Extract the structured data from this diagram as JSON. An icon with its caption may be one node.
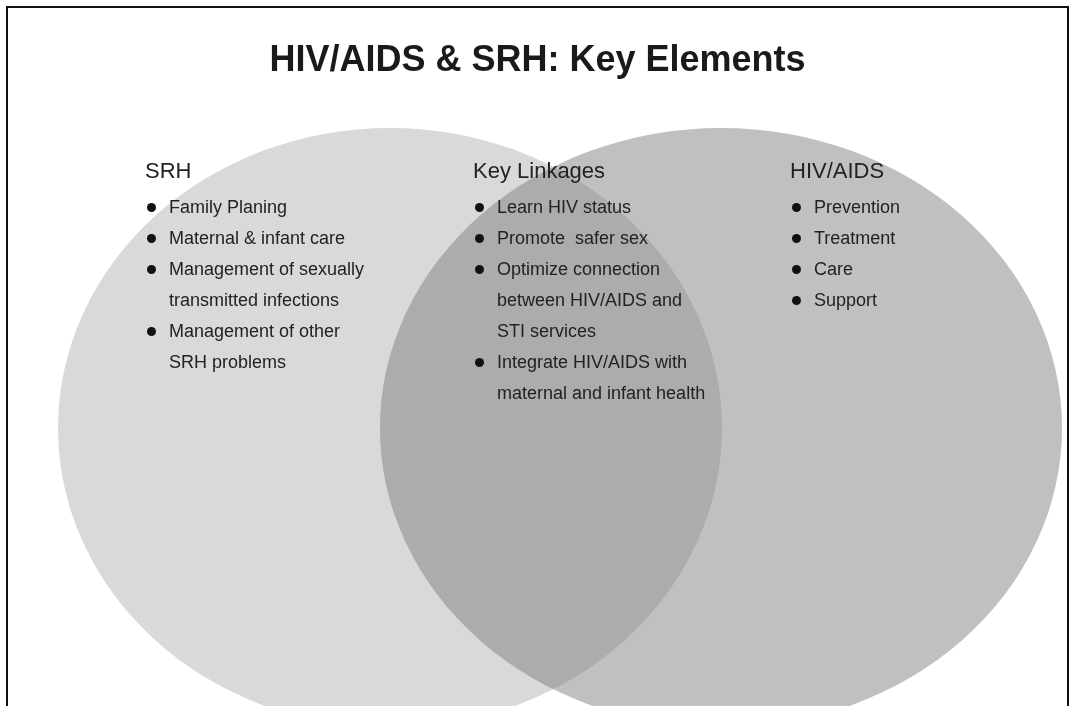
{
  "diagram": {
    "title": "HIV/AIDS & SRH: Key Elements",
    "nodes": [
      {
        "text": [
          "SRH",
          "Family Planing",
          "Maternal & infant care",
          "Management of sexually transmitted infections",
          "Management of other SRH problems"
        ]
      },
      {
        "text": [
          "Key Linkages",
          "Learn HIV status",
          "Promote  safer sex",
          "Optimize connection between HIV/AIDS and STI services",
          "Integrate HIV/AIDS with maternal and infant health"
        ]
      },
      {
        "text": [
          "HIV/AIDS",
          "Prevention",
          "Treatment",
          "Care",
          "Support"
        ]
      }
    ]
  }
}
